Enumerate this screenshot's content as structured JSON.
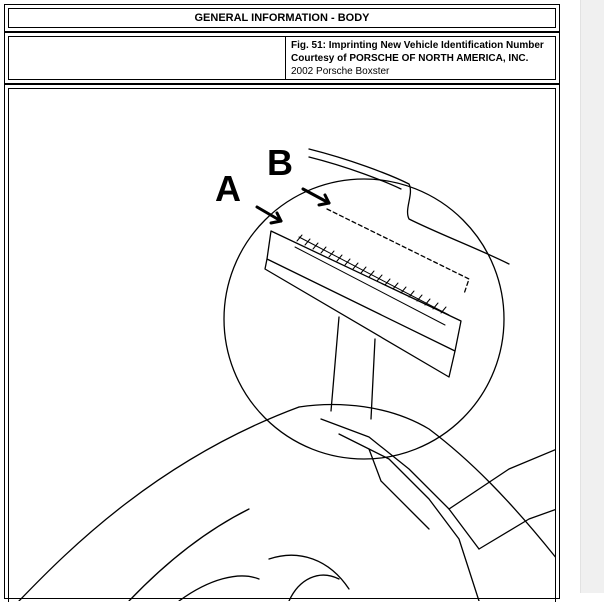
{
  "header": {
    "title": "GENERAL INFORMATION - BODY"
  },
  "caption": {
    "figure_title": "Fig. 51: Imprinting New Vehicle Identification Number",
    "courtesy": "Courtesy of PORSCHE OF NORTH AMERICA, INC.",
    "vehicle": "2002 Porsche Boxster"
  },
  "figure": {
    "callout_a": "A",
    "callout_b": "B"
  }
}
